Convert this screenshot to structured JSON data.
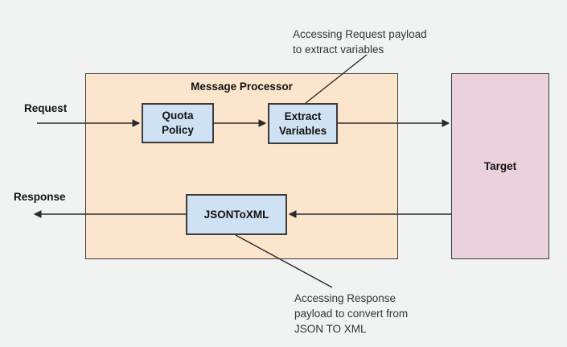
{
  "diagram": {
    "title": "Message Processor",
    "flow_labels": {
      "request": "Request",
      "response": "Response"
    },
    "nodes": {
      "quota_policy": "Quota\nPolicy",
      "extract_variables": "Extract\nVariables",
      "json_to_xml": "JSONToXML",
      "target": "Target"
    },
    "annotations": {
      "request_payload": "Accessing Request payload\nto extract variables",
      "response_payload": "Accessing Response\npayload to convert from\nJSON TO XML"
    },
    "colors": {
      "processor_fill": "#fce5cd",
      "node_fill": "#cfe2f3",
      "target_fill": "#ead1dc",
      "box_border": "#3b3b3b",
      "line": "#2b2b2b",
      "text": "#111111",
      "annotation_text": "#333333",
      "background": "#f1f2f2"
    }
  }
}
